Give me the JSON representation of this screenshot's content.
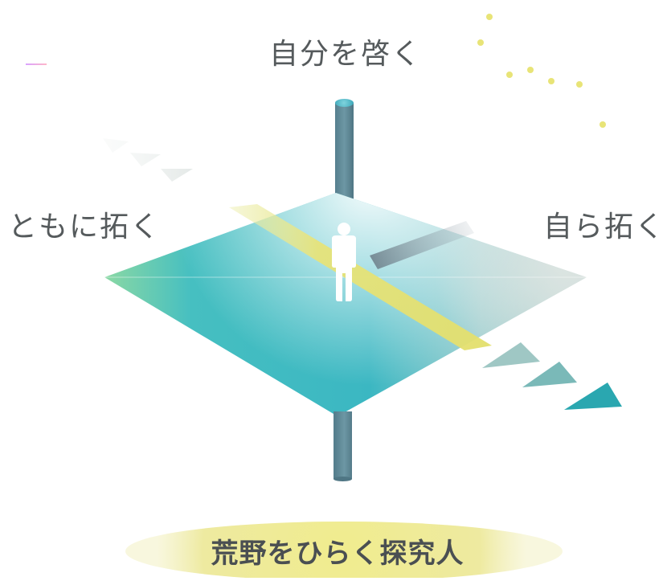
{
  "labels": {
    "top": "自分を啓く",
    "left": "ともに拓く",
    "right": "自ら拓く"
  },
  "footer": {
    "title": "荒野をひらく探究人"
  },
  "icons": {
    "person": "person-icon",
    "direction_arrows": "triangle-arrow-icon",
    "sparkles": "sparkle-dot-icon"
  },
  "colors": {
    "plane_teal": "#36b8c0",
    "plane_green": "#7fd0b5",
    "pillar": "#5f8b98",
    "pillar_top": "#4fb2c4",
    "yellow_band": "#e6e37a",
    "footer_ellipse": "#eeea8f",
    "arrow_teal": "#2aa7b0",
    "sparkle": "#e8e477",
    "text_gray": "#555a5c"
  }
}
